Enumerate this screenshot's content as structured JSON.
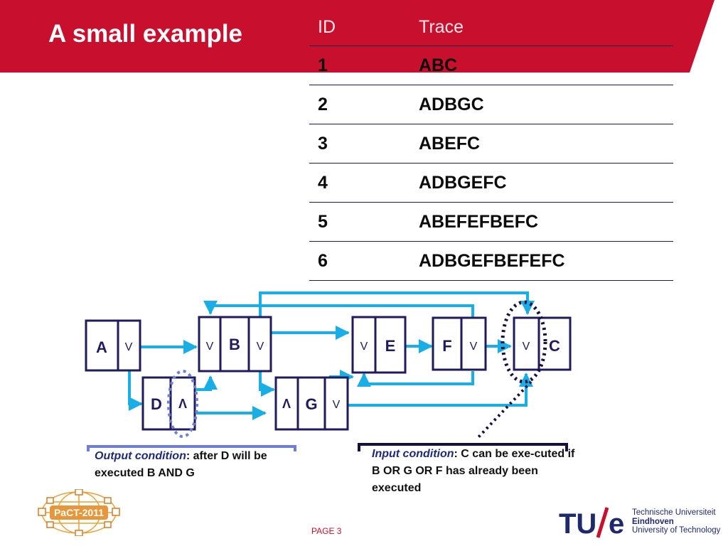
{
  "slide": {
    "title": "A small example",
    "page": "PAGE 3",
    "brand_color": "#c8102e",
    "arrow_color": "#19aee6",
    "box_color": "#1f1b5e"
  },
  "table": {
    "headers": [
      "ID",
      "Trace"
    ],
    "rows": [
      {
        "id": "1",
        "trace": "ABC"
      },
      {
        "id": "2",
        "trace": "ADBGC"
      },
      {
        "id": "3",
        "trace": "ABEFC"
      },
      {
        "id": "4",
        "trace": "ADBGEFC"
      },
      {
        "id": "5",
        "trace": "ABEFEFBEFC"
      },
      {
        "id": "6",
        "trace": "ADBGEFBEFEFC"
      }
    ]
  },
  "diagram": {
    "labels": {
      "a": "A",
      "b": "B",
      "c": "C",
      "d": "D",
      "e": "E",
      "f": "F",
      "g": "G",
      "or": "V",
      "and": "Λ"
    }
  },
  "notes": {
    "output_term": "Output condition",
    "output_text": ": after D will be executed B AND G",
    "input_term": "Input condition",
    "input_text": ": C can be exe-cuted if B OR G OR F has already been executed"
  },
  "logos": {
    "pact": "PaCT-2011",
    "tue_mark_1": "TU",
    "tue_mark_2": "e",
    "tue_line1": "Technische Universiteit",
    "tue_line2": "Eindhoven",
    "tue_line3": "University of Technology"
  }
}
